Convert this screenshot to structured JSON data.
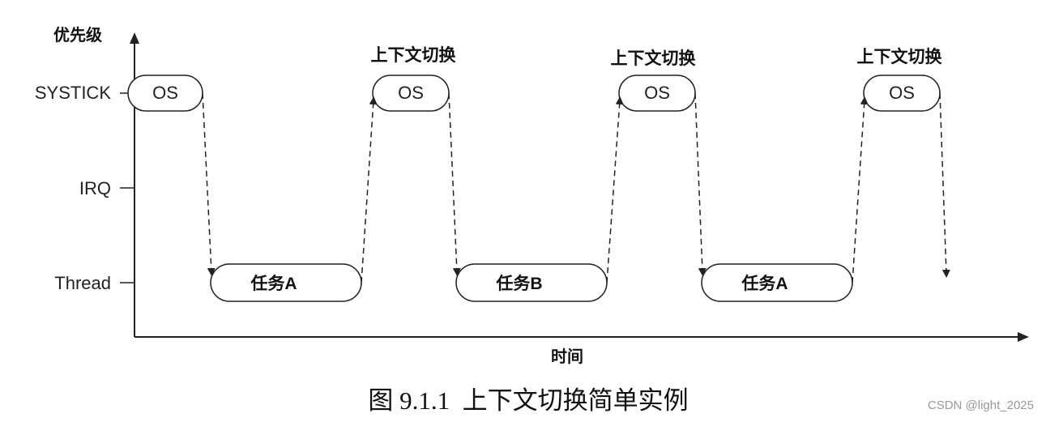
{
  "y_axis_title": "优先级",
  "x_axis_title": "时间",
  "levels": [
    "SYSTICK",
    "IRQ",
    "Thread"
  ],
  "os_label": "OS",
  "switch_label": "上下文切换",
  "tasks": [
    "任务A",
    "任务B",
    "任务A"
  ],
  "caption": "图 9.1.1  上下文切换简单实例",
  "watermark": "CSDN @light_2025"
}
